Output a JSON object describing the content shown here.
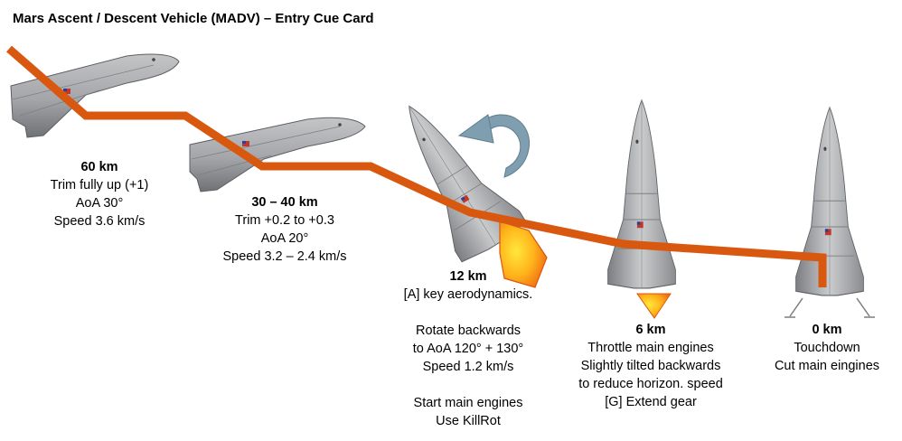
{
  "title": "Mars Ascent / Descent Vehicle (MADV) – Entry Cue Card",
  "stages": [
    {
      "altitude": "60 km",
      "lines": [
        "Trim fully up (+1)",
        "AoA 30°",
        "Speed 3.6 km/s"
      ]
    },
    {
      "altitude": "30 – 40 km",
      "lines": [
        "Trim +0.2 to +0.3",
        "AoA 20°",
        "Speed 3.2 – 2.4 km/s"
      ]
    },
    {
      "altitude": "12 km",
      "lines": [
        "[A] key aerodynamics.",
        "",
        "Rotate backwards",
        "to AoA 120° + 130°",
        "Speed 1.2 km/s",
        "",
        "Start main engines",
        "Use KillRot"
      ]
    },
    {
      "altitude": "6 km",
      "lines": [
        "Throttle main engines",
        "Slightly tilted backwards",
        "to reduce horizon. speed",
        "[G] Extend gear"
      ]
    },
    {
      "altitude": "0 km",
      "lines": [
        "Touchdown",
        "Cut main eingines"
      ]
    }
  ],
  "colors": {
    "trajectory": "#d9580f",
    "hull": "#a9abad",
    "hull_dark": "#6f7174",
    "rotate_arrow": "#7f9fb0",
    "flame_core": "#ffd21a",
    "flame_edge": "#f07d17"
  },
  "icons": [
    "vehicle-icon",
    "rotate-backwards-arrow-icon",
    "engine-flame-icon",
    "trajectory-line"
  ]
}
